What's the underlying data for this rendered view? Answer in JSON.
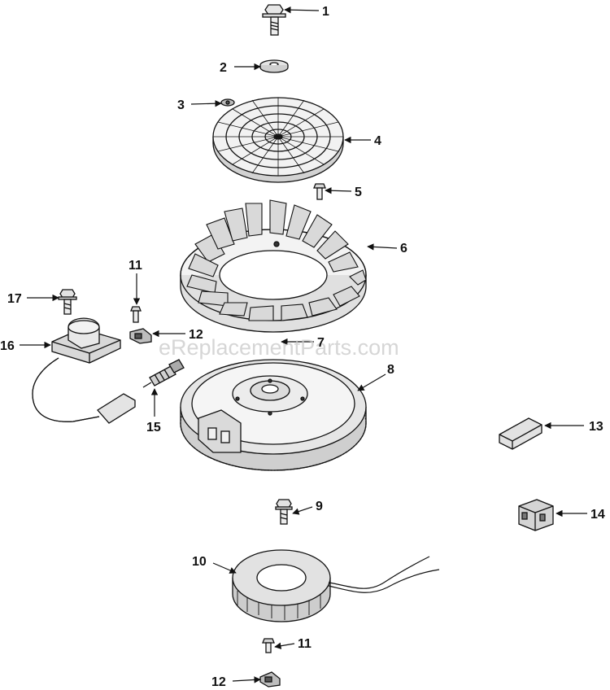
{
  "watermark": "eReplacementParts.com",
  "callouts": {
    "c1": "1",
    "c2": "2",
    "c3": "3",
    "c4": "4",
    "c5": "5",
    "c6": "6",
    "c7": "7",
    "c8": "8",
    "c9": "9",
    "c10": "10",
    "c11a": "11",
    "c11b": "11",
    "c12a": "12",
    "c12b": "12",
    "c13": "13",
    "c14": "14",
    "c15": "15",
    "c16": "16",
    "c17": "17"
  }
}
